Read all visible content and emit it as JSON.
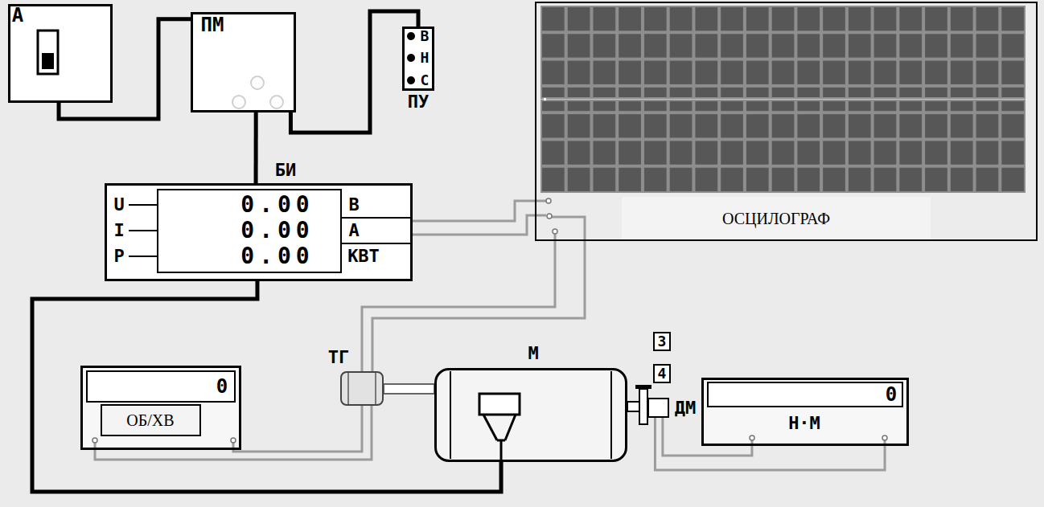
{
  "diagram": {
    "nodes": [
      {
        "text": [
          "А"
        ]
      },
      {
        "text": [
          "ПМ"
        ]
      },
      {
        "text": [
          "ПУ",
          "В",
          "Н",
          "С"
        ]
      },
      {
        "text": [
          "ОСЦИЛОГРАФ"
        ]
      },
      {
        "text": [
          "БИ",
          "U",
          "I",
          "P",
          "В",
          "А",
          "КВТ"
        ]
      },
      {
        "text": [
          "0.00",
          "0.00",
          "0.00"
        ],
        "in": 4
      },
      {
        "text": [
          "0"
        ]
      },
      {
        "text": [
          "ОБ/ХВ"
        ],
        "in": 6
      },
      {
        "text": [
          "ТГ"
        ]
      },
      {
        "text": [
          "М"
        ]
      },
      {
        "text": [
          "3"
        ]
      },
      {
        "text": [
          "4"
        ]
      },
      {
        "text": [
          "ДМ"
        ]
      },
      {
        "text": [
          "0",
          "Н·М"
        ]
      }
    ],
    "edges": [
      {
        "from": 0,
        "to": 1,
        "arrow": "none"
      },
      {
        "from": 1,
        "to": 2,
        "arrow": "none"
      },
      {
        "from": 1,
        "to": 4,
        "arrow": "none"
      },
      {
        "from": 4,
        "to": 3,
        "arrow": "none"
      },
      {
        "from": 4,
        "to": 3,
        "arrow": "none"
      },
      {
        "from": 8,
        "to": 3,
        "arrow": "none"
      },
      {
        "from": 8,
        "to": 3,
        "arrow": "none"
      },
      {
        "from": 4,
        "to": 9,
        "arrow": "none"
      },
      {
        "from": 6,
        "to": 8,
        "arrow": "none"
      },
      {
        "from": 6,
        "to": 8,
        "arrow": "none"
      },
      {
        "from": 12,
        "to": 13,
        "arrow": "none"
      },
      {
        "from": 12,
        "to": 13,
        "arrow": "none"
      }
    ]
  }
}
